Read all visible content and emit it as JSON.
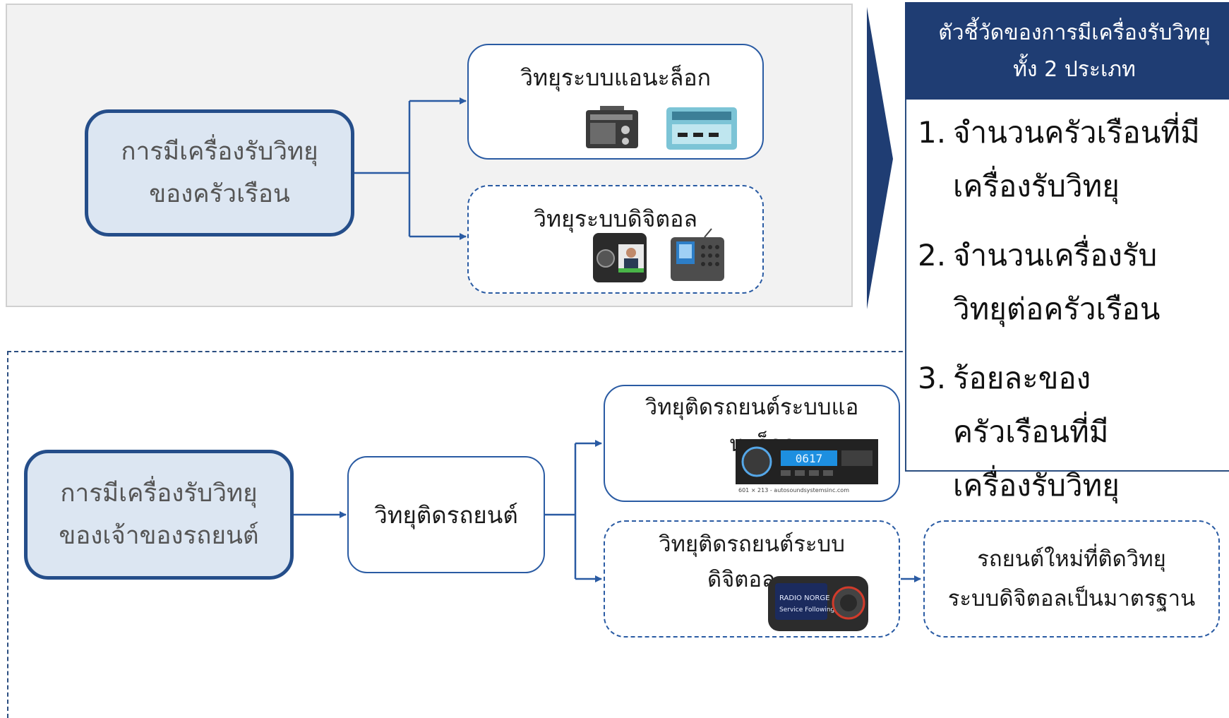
{
  "top": {
    "main_box": {
      "line1": "การมีเครื่องรับวิทยุ",
      "line2": "ของครัวเรือน"
    },
    "analog": {
      "title": "วิทยุระบบแอนะล็อก",
      "devices": [
        "portable-radio-icon",
        "blue-radio-icon"
      ]
    },
    "digital": {
      "title": "วิทยุระบบดิจิตอล",
      "devices": [
        "smart-radio-icon",
        "dab-radio-icon"
      ]
    }
  },
  "indicators": {
    "header_line1": "ตัวชี้วัดของการมีเครื่องรับวิทยุ",
    "header_line2": "ทั้ง 2 ประเภท",
    "items": [
      {
        "num": "1.",
        "lines": [
          "จำนวนครัวเรือนที่มี",
          "เครื่องรับวิทยุ"
        ]
      },
      {
        "num": "2.",
        "lines": [
          "จำนวนเครื่องรับ",
          "วิทยุต่อครัวเรือน"
        ]
      },
      {
        "num": "3.",
        "lines": [
          "ร้อยละของ",
          "ครัวเรือนที่มี",
          "เครื่องรับวิทยุ"
        ]
      }
    ]
  },
  "bottom": {
    "main_box": {
      "line1": "การมีเครื่องรับวิทยุ",
      "line2": "ของเจ้าของรถยนต์"
    },
    "car_radio": "วิทยุติดรถยนต์",
    "car_analog": {
      "line1": "วิทยุติดรถยนต์ระบบแอ",
      "line2": "นะล็อก",
      "caption": "601 × 213 - autosoundsystemsinc.com",
      "display": "0617"
    },
    "car_digital": {
      "line1": "วิทยุติดรถยนต์ระบบ",
      "line2": "ดิจิตอล",
      "screen_line1": "RADIO NORGE",
      "screen_line2": "Service Following"
    },
    "new_cars": {
      "line1": "รถยนต์ใหม่ที่ติดวิทยุ",
      "line2": "ระบบดิจิตอลเป็นมาตรฐาน"
    }
  },
  "colors": {
    "navy": "#1f3d73",
    "box_fill": "#dce6f2",
    "arrow": "#2a5ba3",
    "panel": "#f2f2f2"
  }
}
